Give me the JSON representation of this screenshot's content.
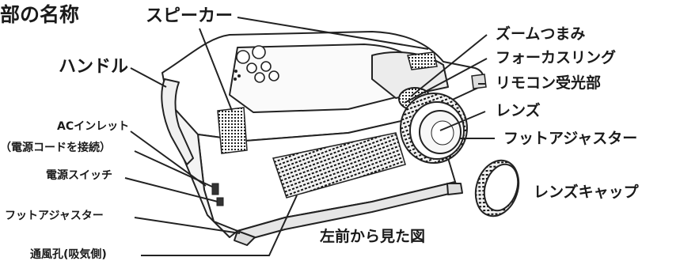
{
  "page": {
    "heading_fragment": "部の名称",
    "caption": "左前から見た図"
  },
  "labels": {
    "speaker": "スピーカー",
    "handle": "ハンドル",
    "ac_inlet_line1": "ACインレット",
    "ac_inlet_line2": "（電源コードを接続）",
    "power_switch": "電源スイッチ",
    "foot_adjuster_left": "フットアジャスター",
    "vent": "通風孔(吸気側)",
    "zoom_knob": "ズームつまみ",
    "focus_ring": "フォーカスリング",
    "remote_receiver": "リモコン受光部",
    "lens": "レンズ",
    "foot_adjuster_right": "フットアジャスター",
    "lens_cap": "レンズキャップ"
  }
}
